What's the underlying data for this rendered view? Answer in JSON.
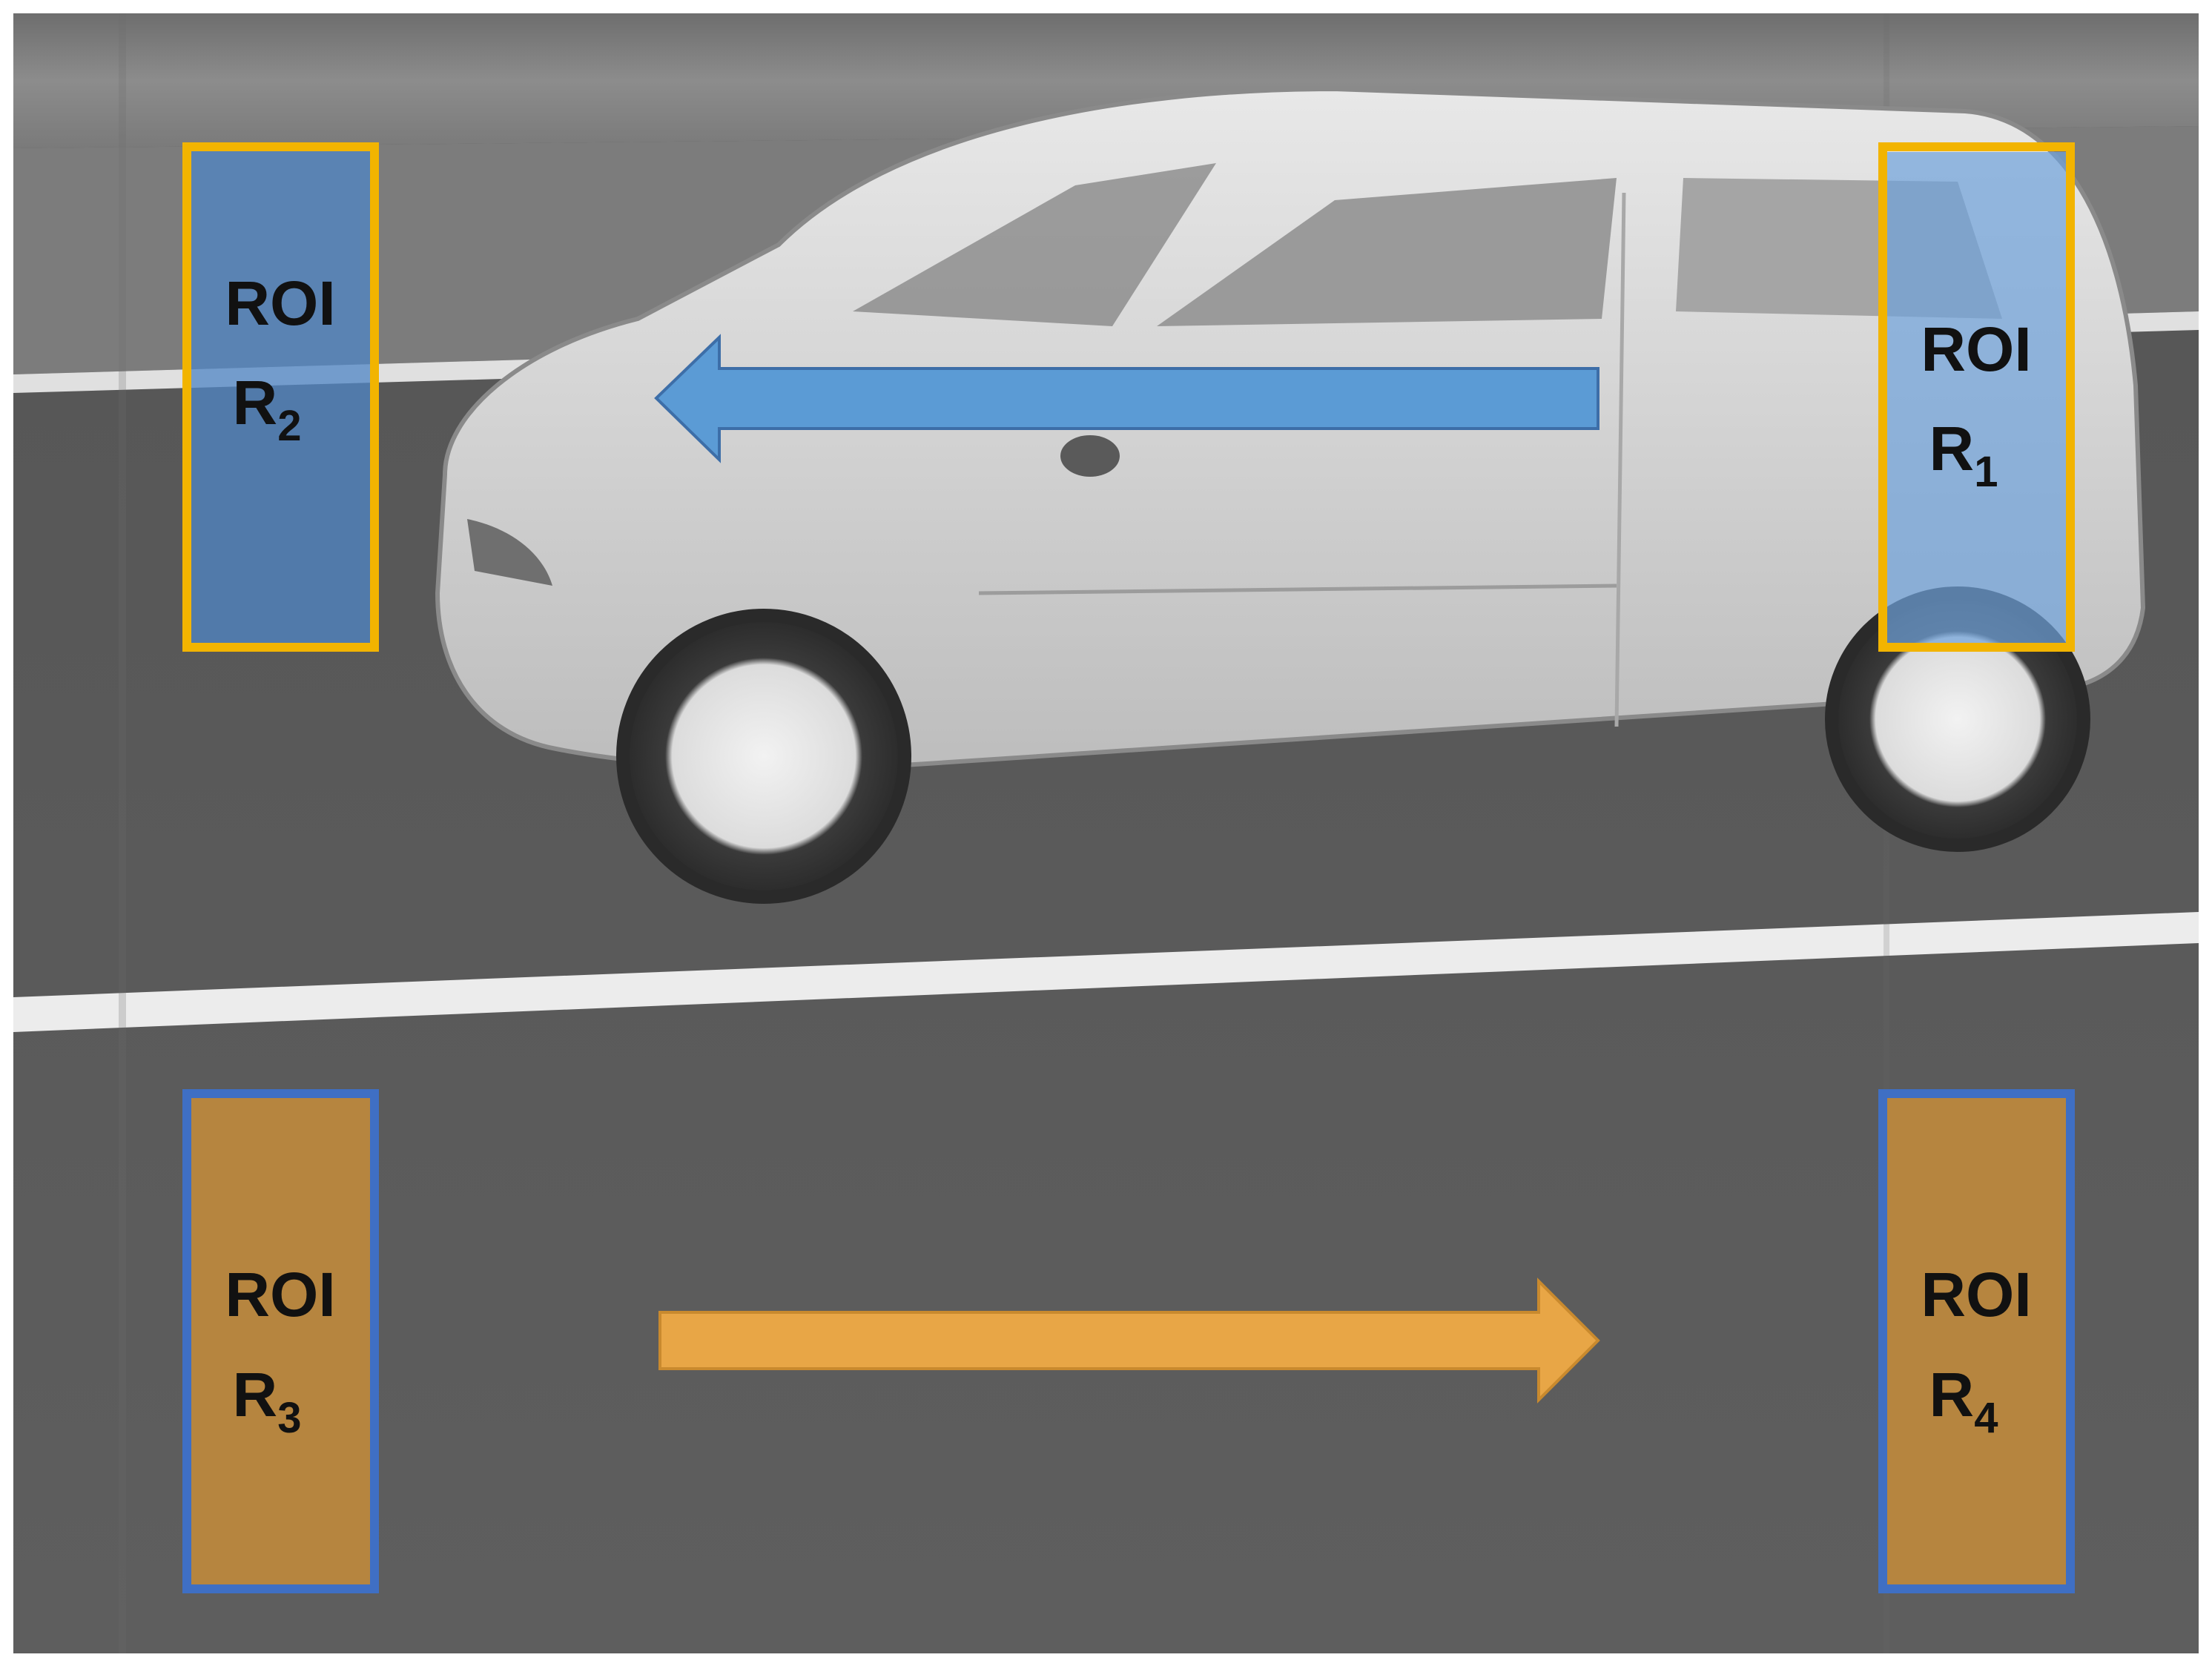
{
  "image": {
    "description_text": "",
    "colors": {
      "road": "#5a5a5a",
      "lane_marking": "#e8e8e8",
      "grass": "#8a8a8a",
      "car_body": "#d9d9d9",
      "roi_yellow_border": "#f2b400",
      "roi_blue_border": "#3f6fc4",
      "roi_blue_fill": "#4f86c6",
      "roi_orange_fill": "#c08a3c",
      "arrow_blue": "#5b9bd5",
      "arrow_orange": "#e8a646"
    }
  },
  "rois": [
    {
      "name": "roi-r1",
      "line1": "ROI",
      "letter": "R",
      "subscript": "1"
    },
    {
      "name": "roi-r2",
      "line1": "ROI",
      "letter": "R",
      "subscript": "2"
    },
    {
      "name": "roi-r3",
      "line1": "ROI",
      "letter": "R",
      "subscript": "3"
    },
    {
      "name": "roi-r4",
      "line1": "ROI",
      "letter": "R",
      "subscript": "4"
    }
  ],
  "arrows": [
    {
      "name": "motion-arrow-left",
      "direction": "left",
      "color": "#5b9bd5"
    },
    {
      "name": "motion-arrow-right",
      "direction": "right",
      "color": "#e8a646"
    }
  ]
}
